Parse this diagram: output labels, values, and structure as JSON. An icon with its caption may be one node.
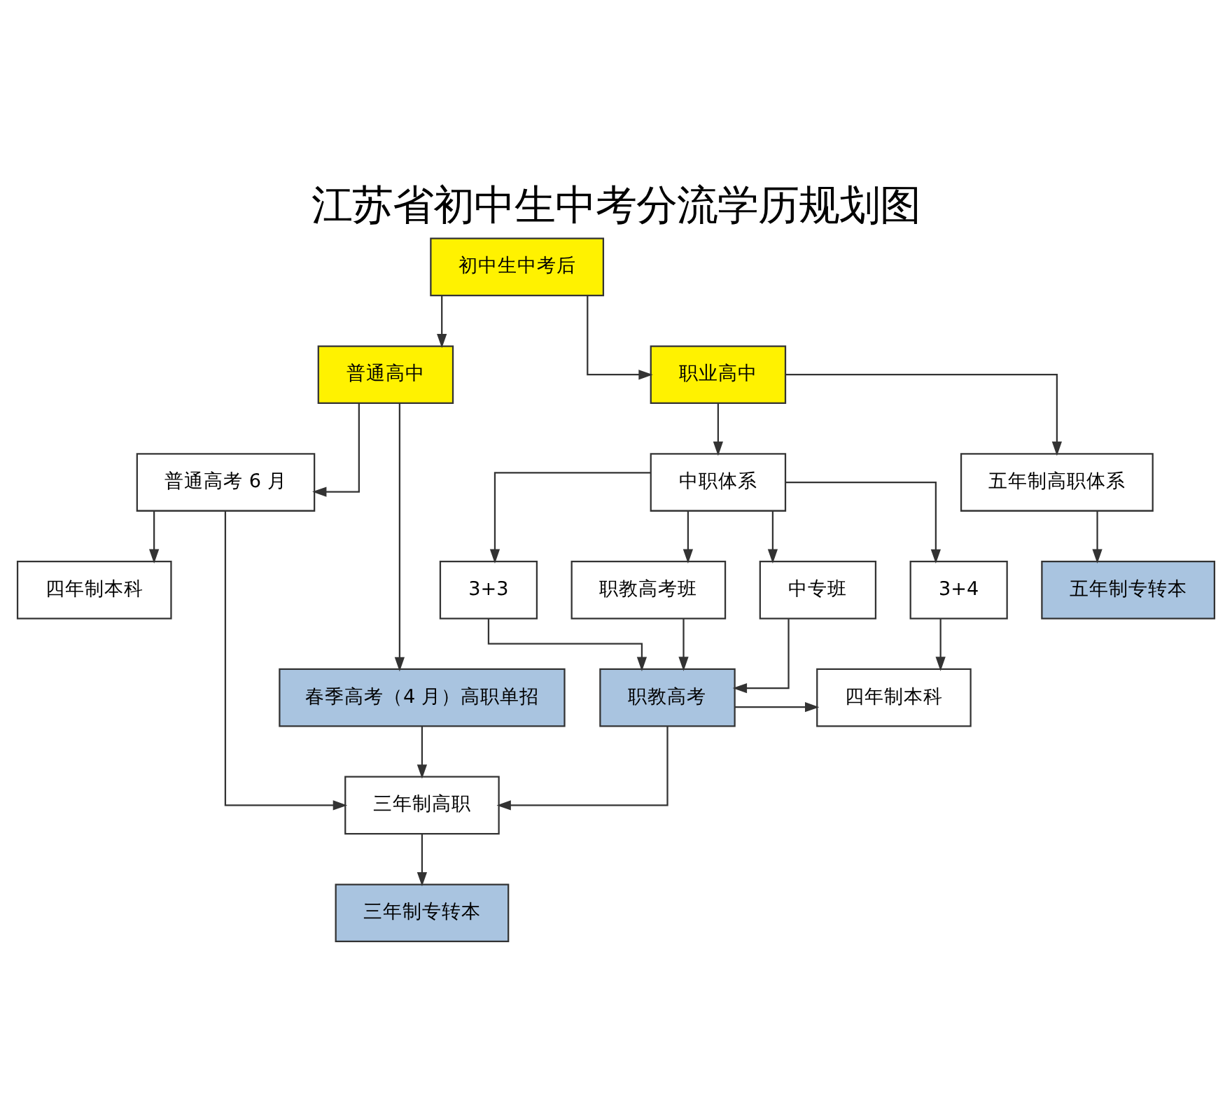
{
  "diagram": {
    "title": "江苏省初中生中考分流学历规划图",
    "nodes": [
      {
        "text": [
          "初中生中考后"
        ]
      },
      {
        "text": [
          "普通高中"
        ]
      },
      {
        "text": [
          "职业高中"
        ]
      },
      {
        "text": [
          "普通高考 6 月"
        ]
      },
      {
        "text": [
          "春季高考（4 月）高职单招"
        ]
      },
      {
        "text": [
          "中职体系"
        ]
      },
      {
        "text": [
          "五年制高职体系"
        ]
      },
      {
        "text": [
          "四年制本科"
        ]
      },
      {
        "text": [
          "3+4"
        ]
      },
      {
        "text": [
          "3+3"
        ]
      },
      {
        "text": [
          "职教高考班"
        ]
      },
      {
        "text": [
          "中专班"
        ]
      },
      {
        "text": [
          "五年制专转本"
        ]
      },
      {
        "text": [
          "四年制本科"
        ]
      },
      {
        "text": [
          "职教高考"
        ]
      },
      {
        "text": [
          "三年制高职"
        ]
      },
      {
        "text": [
          "三年制专转本"
        ]
      }
    ],
    "edges": [
      {
        "from": 0,
        "to": 1,
        "arrow": "to"
      },
      {
        "from": 0,
        "to": 2,
        "arrow": "to"
      },
      {
        "from": 1,
        "to": 3,
        "arrow": "to"
      },
      {
        "from": 1,
        "to": 4,
        "arrow": "to"
      },
      {
        "from": 2,
        "to": 5,
        "arrow": "to"
      },
      {
        "from": 2,
        "to": 6,
        "arrow": "to"
      },
      {
        "from": 3,
        "to": 7,
        "arrow": "to"
      },
      {
        "from": 3,
        "to": 15,
        "arrow": "to"
      },
      {
        "from": 4,
        "to": 15,
        "arrow": "to"
      },
      {
        "from": 5,
        "to": 8,
        "arrow": "to"
      },
      {
        "from": 5,
        "to": 9,
        "arrow": "to"
      },
      {
        "from": 5,
        "to": 10,
        "arrow": "to"
      },
      {
        "from": 5,
        "to": 11,
        "arrow": "to"
      },
      {
        "from": 6,
        "to": 12,
        "arrow": "to"
      },
      {
        "from": 8,
        "to": 13,
        "arrow": "to"
      },
      {
        "from": 9,
        "to": 14,
        "arrow": "to"
      },
      {
        "from": 10,
        "to": 14,
        "arrow": "to"
      },
      {
        "from": 11,
        "to": 14,
        "arrow": "to"
      },
      {
        "from": 14,
        "to": 13,
        "arrow": "to"
      },
      {
        "from": 14,
        "to": 15,
        "arrow": "to"
      },
      {
        "from": 15,
        "to": 16,
        "arrow": "to"
      }
    ]
  }
}
